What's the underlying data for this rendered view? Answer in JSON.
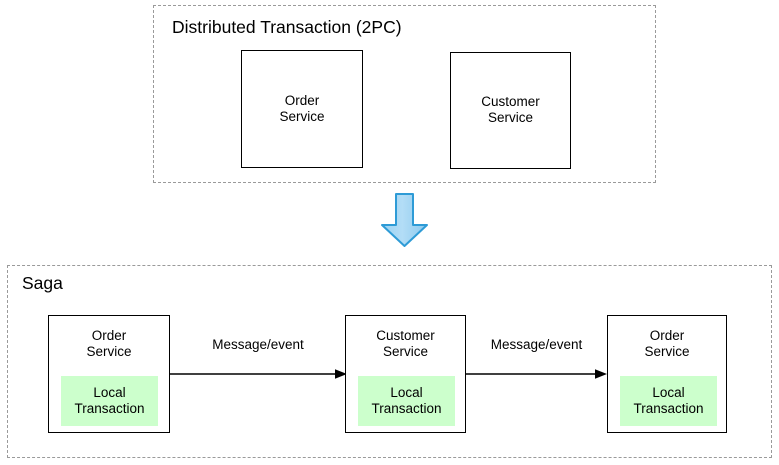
{
  "diagram": {
    "title_visible": false,
    "colors": {
      "local_transaction_fill": "#ccffcc",
      "box_stroke": "#000000",
      "group_stroke": "#9a9a9a",
      "big_arrow_fill": "#a3d9f5",
      "big_arrow_stroke": "#2e9bd6",
      "background": "#ffffff"
    },
    "groups": [
      {
        "id": "distributed-transaction",
        "label": "Distributed Transaction (2PC)",
        "boxes": [
          {
            "id": "order-service-2pc",
            "label": "Order\nService"
          },
          {
            "id": "customer-service-2pc",
            "label": "Customer\nService"
          }
        ]
      },
      {
        "id": "saga",
        "label": "Saga",
        "boxes": [
          {
            "id": "saga-order-service-1",
            "label": "Order\nService",
            "local_transaction": "Local\nTransaction"
          },
          {
            "id": "saga-customer-service",
            "label": "Customer\nService",
            "local_transaction": "Local\nTransaction"
          },
          {
            "id": "saga-order-service-2",
            "label": "Order\nService",
            "local_transaction": "Local\nTransaction"
          }
        ],
        "connectors": [
          {
            "id": "connector-1",
            "label": "Message/event"
          },
          {
            "id": "connector-2",
            "label": "Message/event"
          }
        ]
      }
    ],
    "transition_arrow": {
      "id": "down-arrow",
      "direction": "down"
    }
  }
}
